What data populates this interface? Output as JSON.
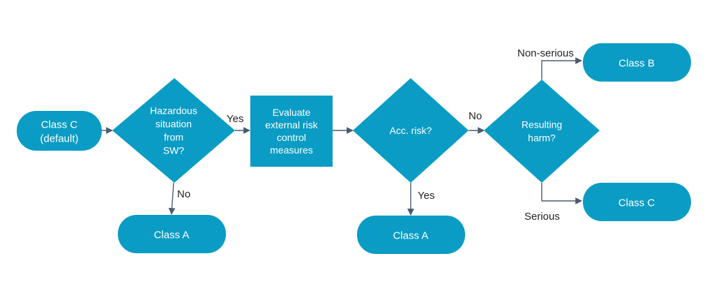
{
  "colors": {
    "node_fill": "#0a9cc4",
    "node_text": "#ffffff",
    "connector": "#4a5a70",
    "edge_label": "#222222"
  },
  "nodes": {
    "start": {
      "lines": [
        "Class C",
        "(default)"
      ]
    },
    "hazard_decision": {
      "lines": [
        "Hazardous",
        "situation",
        "from",
        "SW?"
      ]
    },
    "class_a_left": {
      "lines": [
        "Class A"
      ]
    },
    "evaluate": {
      "lines": [
        "Evaluate",
        "external risk",
        "control",
        "measures"
      ]
    },
    "risk_decision": {
      "lines": [
        "Acc. risk?"
      ]
    },
    "class_a_mid": {
      "lines": [
        "Class A"
      ]
    },
    "harm_decision": {
      "lines": [
        "Resulting",
        "harm?"
      ]
    },
    "class_b": {
      "lines": [
        "Class B"
      ]
    },
    "class_c_end": {
      "lines": [
        "Class C"
      ]
    }
  },
  "edge_labels": {
    "hazard_yes": "Yes",
    "hazard_no": "No",
    "risk_no": "No",
    "risk_yes": "Yes",
    "harm_nonserious": "Non-serious",
    "harm_serious": "Serious"
  }
}
